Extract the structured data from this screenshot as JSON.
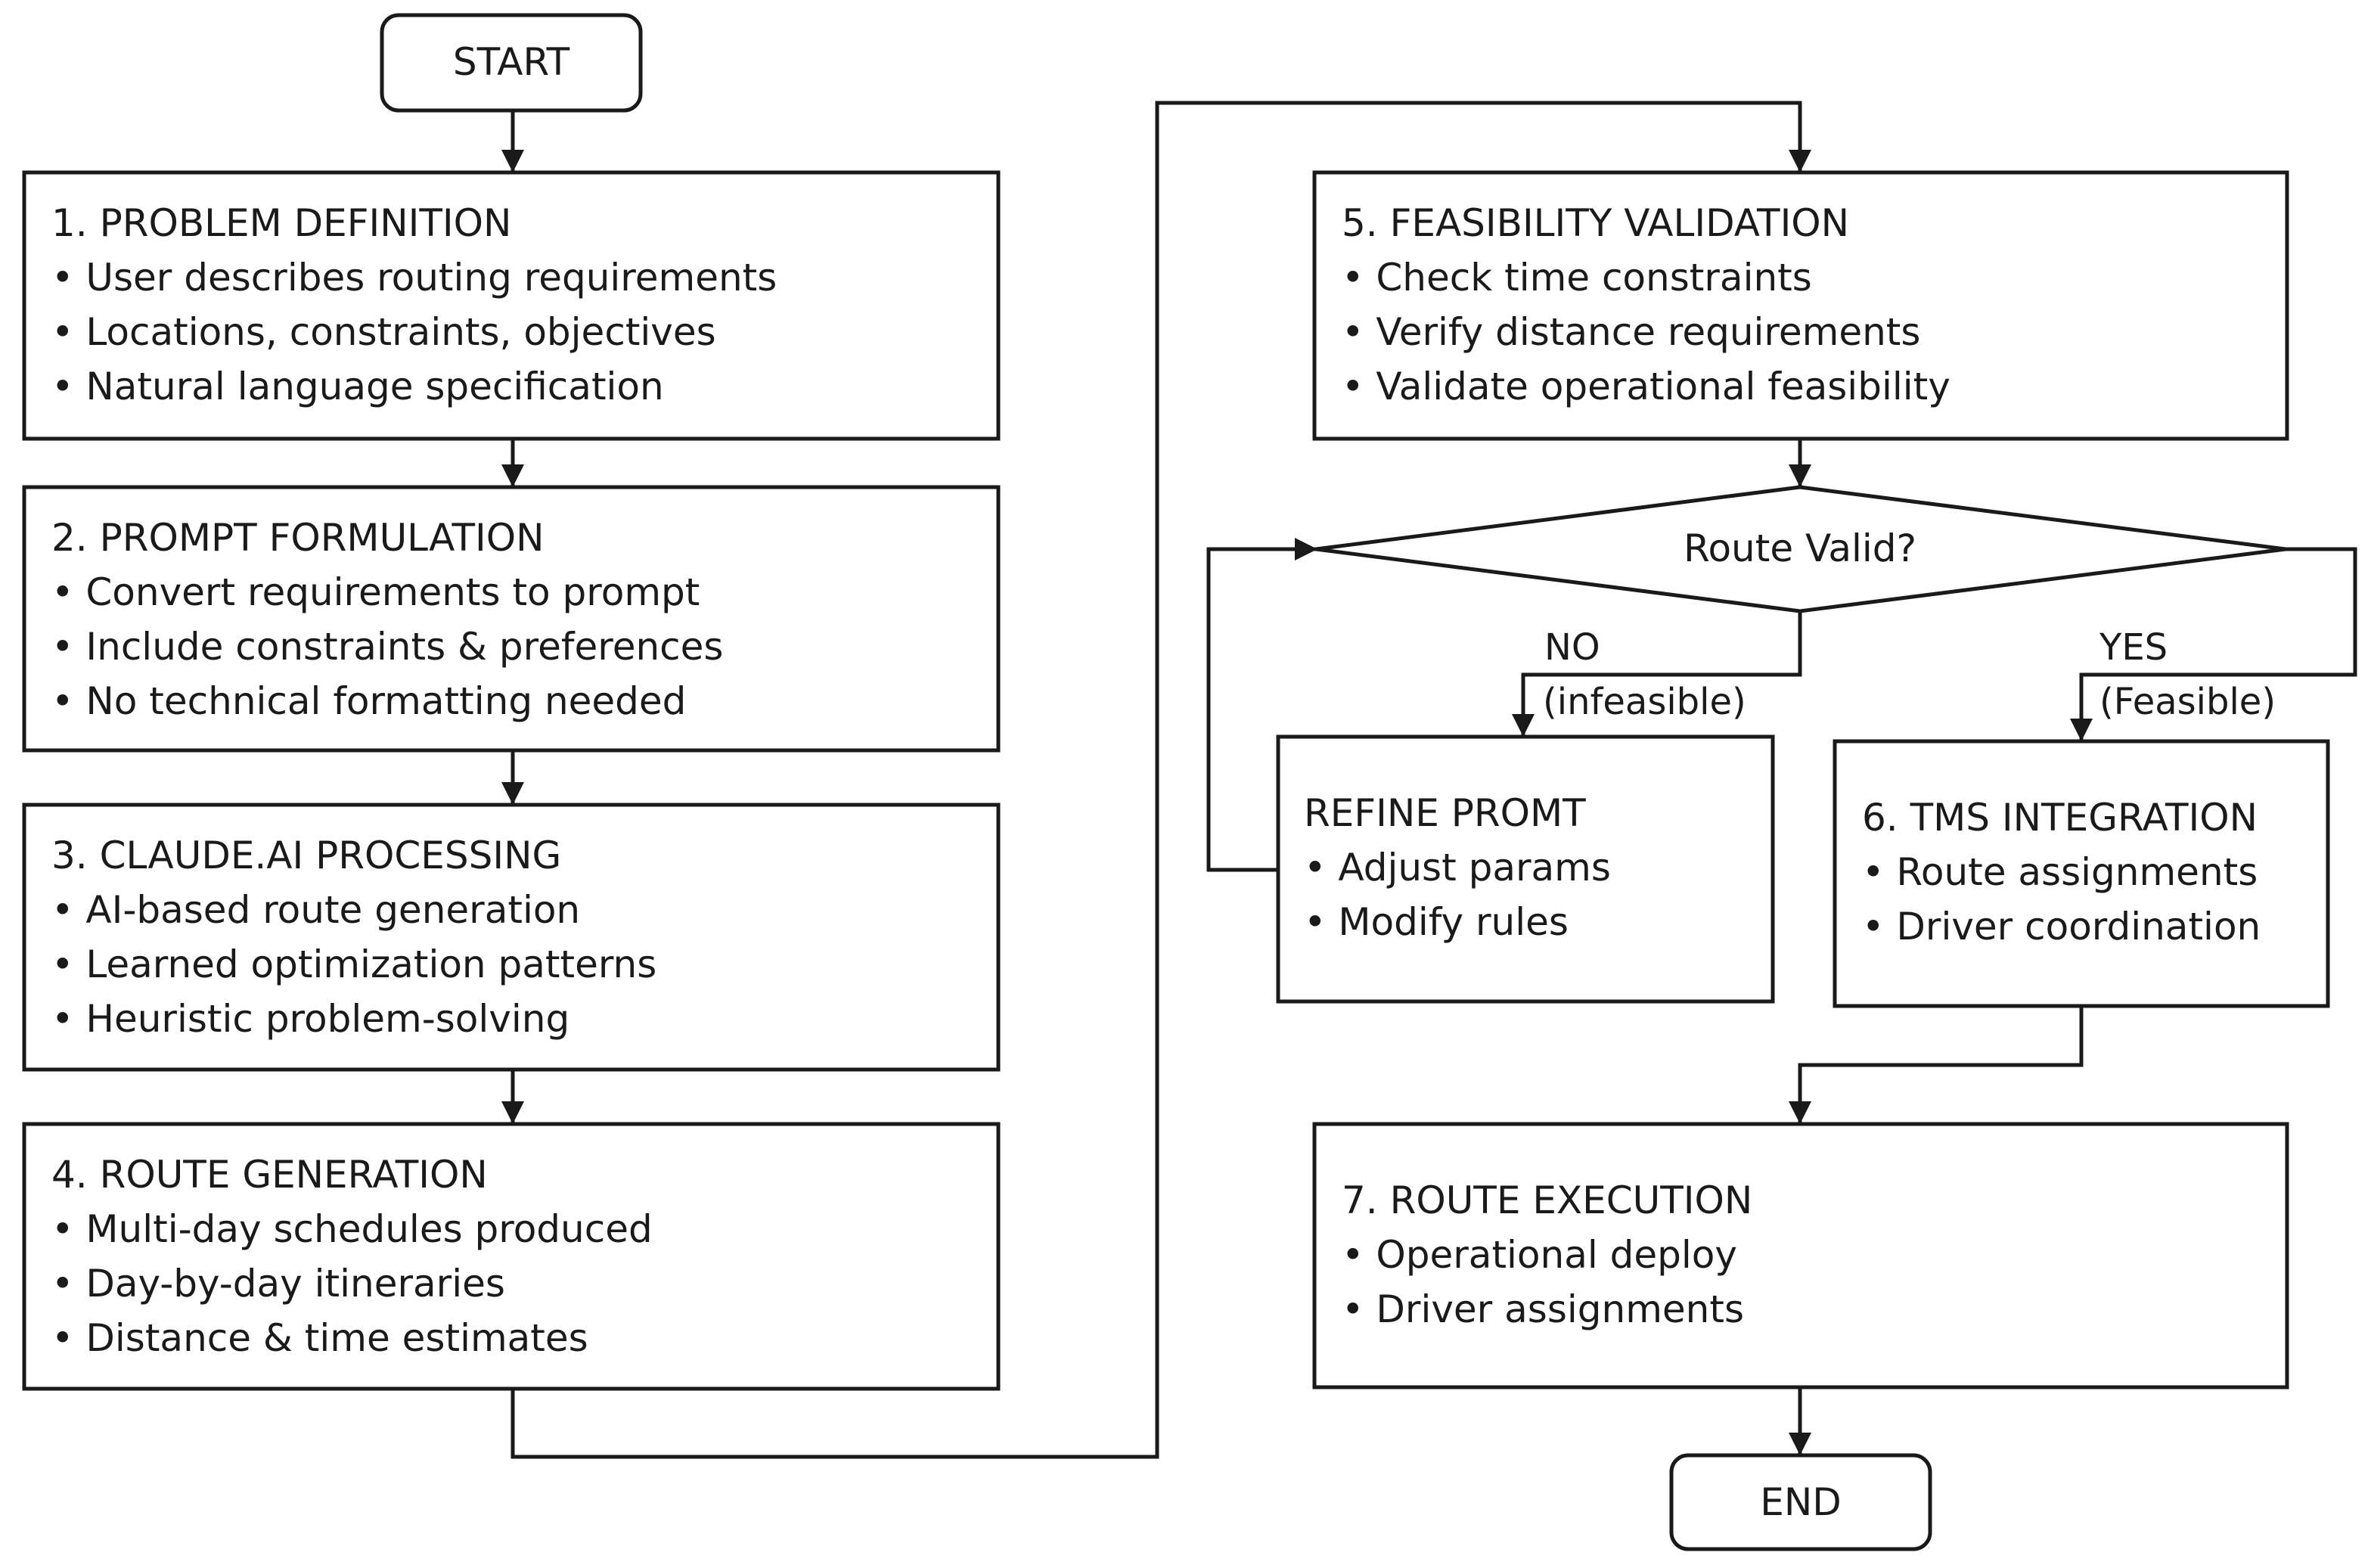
{
  "terminals": {
    "start": "START",
    "end": "END"
  },
  "steps": {
    "problem_definition": {
      "title": "1. PROBLEM DEFINITION",
      "bullets": [
        "• User describes routing requirements",
        "• Locations, constraints, objectives",
        "• Natural language specification"
      ]
    },
    "prompt_formulation": {
      "title": "2. PROMPT FORMULATION",
      "bullets": [
        "• Convert requirements to prompt",
        "• Include constraints & preferences",
        "• No technical formatting needed"
      ]
    },
    "claude_processing": {
      "title": "3. CLAUDE.AI PROCESSING",
      "bullets": [
        "• AI-based route generation",
        "• Learned optimization patterns",
        "• Heuristic problem-solving"
      ]
    },
    "route_generation": {
      "title": "4. ROUTE GENERATION",
      "bullets": [
        "• Multi-day schedules produced",
        "• Day-by-day itineraries",
        "• Distance & time estimates"
      ]
    },
    "feasibility_validation": {
      "title": "5. FEASIBILITY VALIDATION",
      "bullets": [
        "• Check time constraints",
        "• Verify distance requirements",
        "• Validate operational feasibility"
      ]
    },
    "refine_prompt": {
      "title": "REFINE PROMT",
      "bullets": [
        "• Adjust params",
        "• Modify rules"
      ]
    },
    "tms_integration": {
      "title": "6. TMS INTEGRATION",
      "bullets": [
        "• Route assignments",
        "• Driver coordination"
      ]
    },
    "route_execution": {
      "title": "7. ROUTE EXECUTION",
      "bullets": [
        "• Operational deploy",
        "• Driver assignments"
      ]
    }
  },
  "decision": {
    "question": "Route Valid?",
    "no_label": "NO",
    "no_sub": "(infeasible)",
    "yes_label": "YES",
    "yes_sub": "(Feasible)"
  }
}
